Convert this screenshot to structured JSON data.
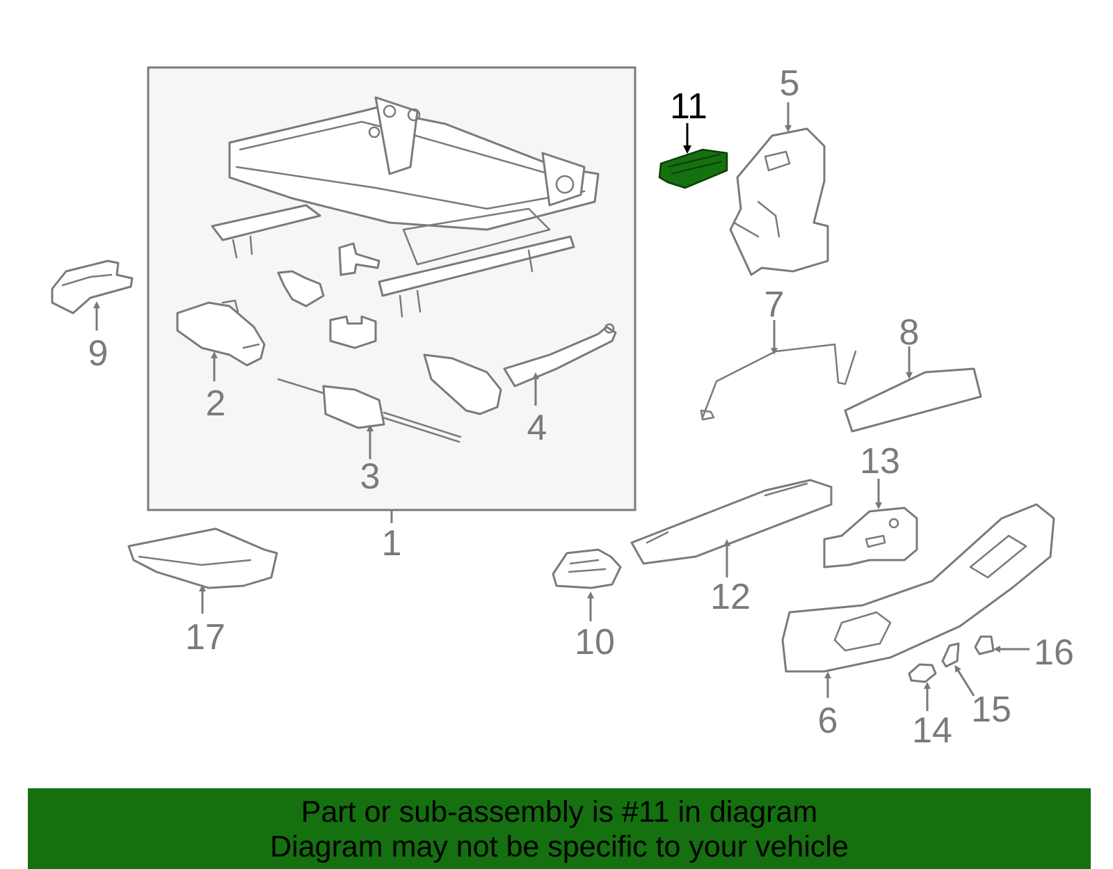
{
  "colors": {
    "banner_bg": "#157010",
    "highlight_part": "#157010",
    "line_art": "#7a7a7a",
    "assembly_box_fill": "#f6f6f6"
  },
  "callouts": {
    "c1": "1",
    "c2": "2",
    "c3": "3",
    "c4": "4",
    "c5": "5",
    "c6": "6",
    "c7": "7",
    "c8": "8",
    "c9": "9",
    "c10": "10",
    "c11": "11",
    "c12": "12",
    "c13": "13",
    "c14": "14",
    "c15": "15",
    "c16": "16",
    "c17": "17"
  },
  "highlighted_callout": "11",
  "banner": {
    "line1": "Part or sub-assembly is #11 in diagram",
    "line2": "Diagram may not be specific to your vehicle"
  }
}
